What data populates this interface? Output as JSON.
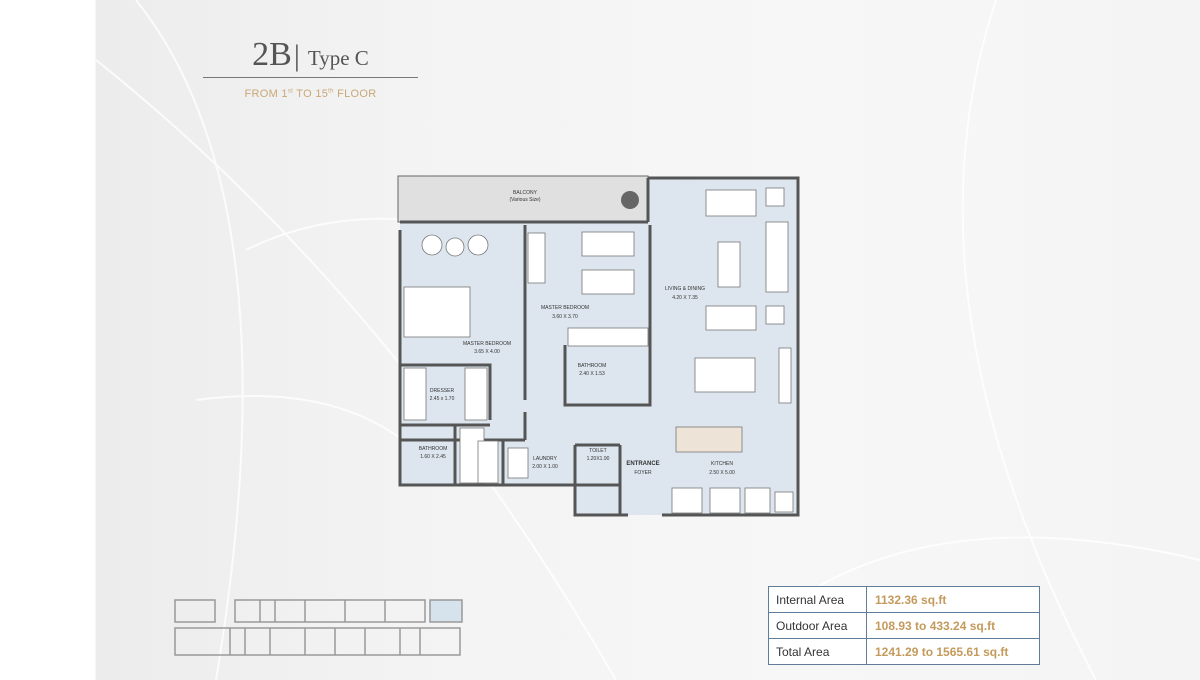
{
  "header": {
    "unit": "2B",
    "type": "Type C",
    "floors": {
      "prefix": "FROM 1",
      "sup1": "st",
      "mid": " TO 15",
      "sup2": "th",
      "suffix": " FLOOR"
    }
  },
  "rooms": {
    "balcony": {
      "name": "BALCONY",
      "size": "(Various Size)"
    },
    "master_bedroom_1": {
      "name": "MASTER BEDROOM",
      "size": "3.65 X 4.00"
    },
    "master_bedroom_2": {
      "name": "MASTER BEDROOM",
      "size": "3.60 X 3.70"
    },
    "living": {
      "name": "LIVING & DINING",
      "size": "4.20 X 7.35"
    },
    "dresser": {
      "name": "DRESSER",
      "size": "2.45 x 1.70"
    },
    "bathroom_1": {
      "name": "BATHROOM",
      "size": "1.60 X 2.45"
    },
    "bathroom_2": {
      "name": "BATHROOM",
      "size": "2.40 X 1.53"
    },
    "laundry": {
      "name": "LAUNDRY",
      "size": "2.00 X 1.00"
    },
    "toilet": {
      "name": "TOILET",
      "size": "1.20X1.90"
    },
    "entrance": {
      "name": "ENTRANCE",
      "size": "FOYER"
    },
    "kitchen": {
      "name": "KITCHEN",
      "size": "2.50 X 5.00"
    }
  },
  "areas": [
    {
      "label": "Internal Area",
      "value": "1132.36 sq.ft"
    },
    {
      "label": "Outdoor Area",
      "value": "108.93 to 433.24 sq.ft"
    },
    {
      "label": "Total Area",
      "value": "1241.29 to 1565.61 sq.ft"
    }
  ],
  "colors": {
    "room": "#dde6ee",
    "wall": "#555555",
    "accent": "#c49a5c",
    "table_border": "#5f7d99",
    "highlight": "#d6e2ec"
  }
}
